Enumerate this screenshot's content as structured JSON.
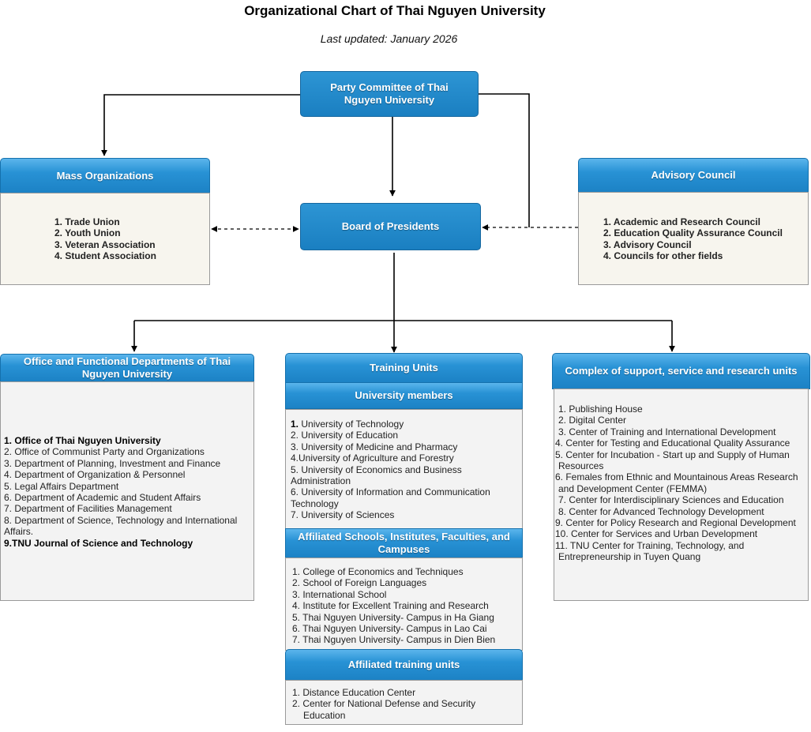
{
  "title": "Organizational Chart of Thai Nguyen University",
  "subtitle": "Last updated: January 2026",
  "party_committee": "Party Committee of Thai Nguyen University",
  "board": "Board of Presidents",
  "mass_org": {
    "title": "Mass Organizations",
    "items": [
      "1. Trade Union",
      "2. Youth Union",
      "3. Veteran Association",
      "4. Student Association"
    ]
  },
  "advisory": {
    "title": "Advisory Council",
    "items": [
      "1. Academic and Research Council",
      "2. Education Quality Assurance Council",
      "3. Advisory Council",
      "4. Councils for other fields"
    ]
  },
  "office": {
    "title": "Office and Functional Departments of Thai Nguyen University",
    "items": [
      "1. Office of Thai Nguyen University",
      "2. Office of Communist Party and Organizations",
      "3. Department of Planning, Investment and Finance",
      "4. Department of Organization & Personnel",
      "5. Legal Affairs Department",
      "6. Department of Academic and Student Affairs",
      "7. Department of Facilities Management",
      "8. Department of Science, Technology and International Affairs.",
      "9.TNU Journal of Science and Technology"
    ]
  },
  "training": {
    "title": "Training Units",
    "members_title": "University members",
    "members": [
      "1. University of Technology",
      "2. University of Education",
      "3. University of Medicine and Pharmacy",
      "4.University of Agriculture and Forestry",
      "5. University of Economics and Business Administration",
      "6. University of Information and Communication Technology",
      "7. University of Sciences"
    ],
    "affiliated_title": "Affiliated Schools, Institutes, Faculties, and Campuses",
    "affiliated": [
      "1. College of Economics and Techniques",
      "2. School of Foreign Languages",
      "3. International School",
      "4. Institute for Excellent Training and Research",
      "5. Thai Nguyen University- Campus in Ha Giang",
      "6. Thai Nguyen University- Campus in Lao Cai",
      "7. Thai Nguyen University- Campus in Dien Bien"
    ],
    "aff_units_title": "Affiliated training units",
    "aff_units": [
      "1. Distance Education Center",
      "2. Center for National Defense and Security Education"
    ]
  },
  "complex": {
    "title": "Complex of support, service and research units",
    "items": [
      "1. Publishing House",
      "2. Digital Center",
      "3. Center of Training and International Development",
      "4. Center for Testing and Educational Quality Assurance",
      "5. Center for Incubation - Start up and Supply of Human Resources",
      "6. Females from Ethnic and Mountainous Areas Research and Development Center (FEMMA)",
      "7. Center for Interdisciplinary Sciences and Education",
      "8. Center for Advanced Technology Development",
      "9. Center for Policy Research and Regional Development",
      "10. Center for Services and Urban Development",
      "11. TNU Center for Training, Technology, and Entrepreneurship in Tuyen Quang"
    ]
  },
  "colors": {
    "box_blue": "#1a7fc1",
    "panel_bg": "#f3f3f3",
    "cream_bg": "#f7f5ee"
  }
}
